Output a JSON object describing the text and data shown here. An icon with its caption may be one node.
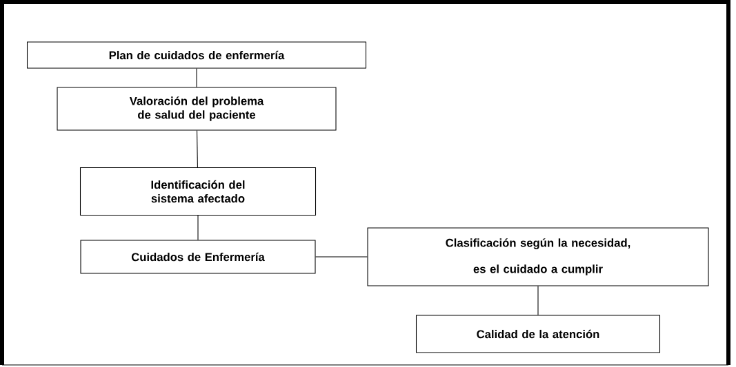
{
  "diagram": {
    "nodes": [
      {
        "text": [
          "Plan de cuidados de enfermería"
        ]
      },
      {
        "text": [
          "Valoración del problema de salud del paciente"
        ]
      },
      {
        "text": [
          "Identificación del sistema afectado"
        ]
      },
      {
        "text": [
          "Cuidados de Enfermería"
        ]
      },
      {
        "text": [
          "Clasificación según la necesidad, es el cuidado a cumplir"
        ]
      },
      {
        "text": [
          "Calidad de la atención"
        ]
      }
    ],
    "edges": [
      {
        "from": 0,
        "to": 1,
        "arrow": "none"
      },
      {
        "from": 1,
        "to": 2,
        "arrow": "none"
      },
      {
        "from": 2,
        "to": 3,
        "arrow": "none"
      },
      {
        "from": 3,
        "to": 4,
        "arrow": "none"
      },
      {
        "from": 4,
        "to": 5,
        "arrow": "none"
      }
    ]
  }
}
